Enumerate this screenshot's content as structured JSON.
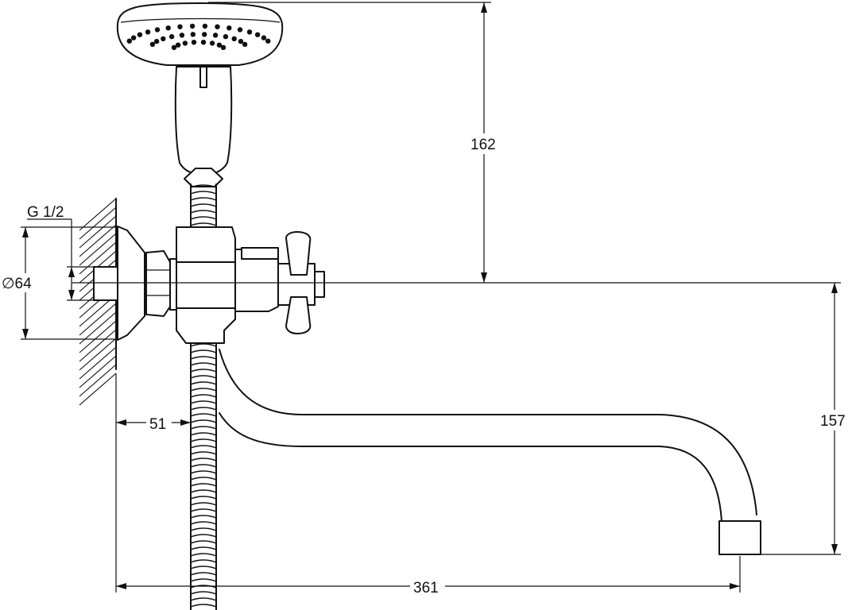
{
  "dimensions": {
    "thread": "G 1/2",
    "diameter": "∅64",
    "wall_offset": "51",
    "spout_length": "361",
    "height_top": "162",
    "spout_drop": "157"
  }
}
